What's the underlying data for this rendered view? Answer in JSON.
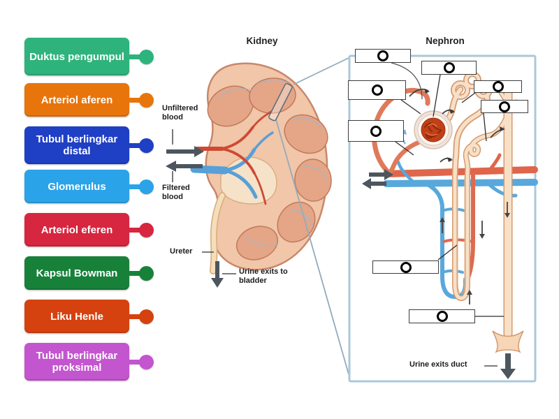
{
  "options": [
    {
      "text": "Duktus pengumpul",
      "color": "#2eb37c"
    },
    {
      "text": "Arteriol aferen",
      "color": "#e8750c"
    },
    {
      "text": "Tubul berlingkar distal",
      "color": "#1f3fc4"
    },
    {
      "text": "Glomerulus",
      "color": "#2ba3e8"
    },
    {
      "text": "Arteriol eferen",
      "color": "#d7263f"
    },
    {
      "text": "Kapsul Bowman",
      "color": "#17813a"
    },
    {
      "text": "Liku Henle",
      "color": "#d5420f"
    },
    {
      "text": "Tubul berlingkar proksimal",
      "color": "#c355cf"
    }
  ],
  "kidney": {
    "title": "Kidney",
    "labels": {
      "unfiltered_blood": "Unfiltered blood",
      "filtered_blood": "Filtered blood",
      "ureter": "Ureter",
      "urine_exits_bladder": "Urine exits to bladder"
    }
  },
  "nephron": {
    "title": "Nephron",
    "urine_exits_duct": "Urine exits duct",
    "drop_target_count": 8
  },
  "palette": {
    "panel_border": "#abc8d9",
    "flow_arrow": "#4d565e",
    "artery_red": "#dd6a50",
    "vein_blue": "#58a8dc",
    "tubule_fill": "#f8e0c6",
    "tubule_outline": "#d49a72",
    "glomerulus": "#c04018",
    "kidney_cortex": "#f1c6a9",
    "kidney_lobe": "#e4a687"
  }
}
